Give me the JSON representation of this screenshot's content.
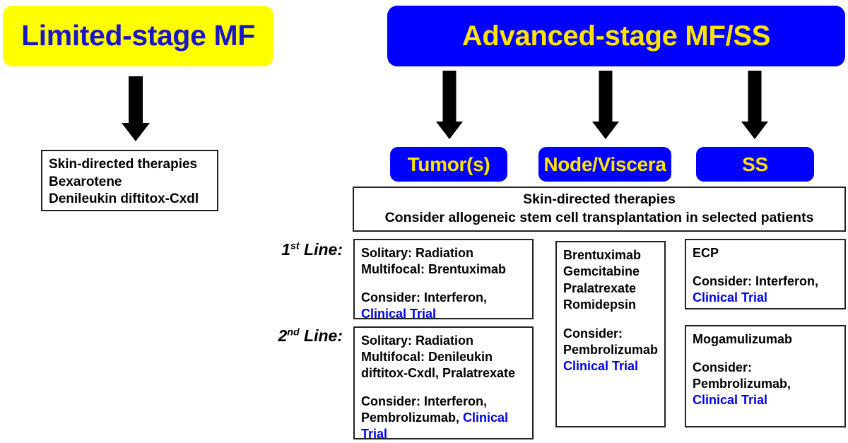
{
  "colors": {
    "blue": "#0000FF",
    "yellow": "#FFFF00",
    "header_text_blue": "#1A16C8",
    "header_text_yellow": "#FFE400",
    "clinical_trial_blue": "#0000EE",
    "box_border": "#222222",
    "arrow": "#000000"
  },
  "left_branch": {
    "header": "Limited-stage MF",
    "arrow_icon": "down-arrow-icon",
    "treatment_box": {
      "lines": [
        "Skin-directed therapies",
        "Bexarotene",
        "Denileukin diftitox-Cxdl"
      ]
    }
  },
  "right_branch": {
    "header": "Advanced-stage MF/SS",
    "arrow_icon": "down-arrow-icon",
    "categories": [
      {
        "label": "Tumor(s)"
      },
      {
        "label": "Node/Viscera"
      },
      {
        "label": "SS"
      }
    ],
    "banner": {
      "line1": "Skin-directed therapies",
      "line2": "Consider allogeneic stem cell transplantation in selected patients"
    },
    "line_labels": {
      "first_number": "1",
      "first_suffix": "st",
      "first_word": " Line:",
      "second_number": "2",
      "second_suffix": "nd",
      "second_word": " Line:"
    },
    "tumor_column": {
      "first_line": {
        "lines": [
          "Solitary: Radiation",
          "Multifocal: Brentuximab"
        ],
        "consider_prefix": "Consider: Interferon,",
        "clinical_trial": "Clinical Trial"
      },
      "second_line": {
        "lines": [
          "Solitary: Radiation",
          "Multifocal: Denileukin",
          "diftitox-Cxdl, Pralatrexate"
        ],
        "consider_prefix": "Consider: Interferon,",
        "consider_second": "Pembrolizumab, ",
        "clinical_trial": "Clinical Trial"
      }
    },
    "node_column": {
      "drugs": [
        "Brentuximab",
        "Gemcitabine",
        "Pralatrexate",
        "Romidepsin"
      ],
      "consider_label": "Consider:",
      "consider_drug": "Pembrolizumab",
      "clinical_trial": "Clinical Trial"
    },
    "ss_column": {
      "first_line": {
        "drug": "ECP",
        "consider_prefix": "Consider: Interferon,",
        "clinical_trial": "Clinical Trial"
      },
      "second_line": {
        "drug": "Mogamulizumab",
        "consider_label": "Consider:",
        "consider_drug": "Pembrolizumab,",
        "clinical_trial": "Clinical Trial"
      }
    }
  }
}
